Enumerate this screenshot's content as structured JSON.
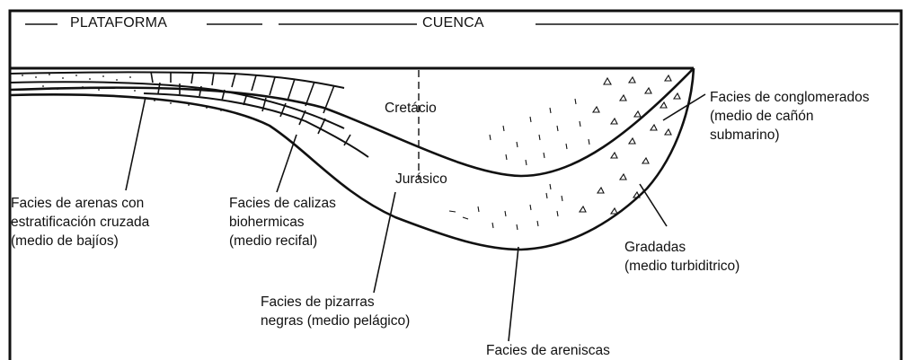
{
  "header": {
    "left": "PLATAFORMA",
    "center": "CUENCA"
  },
  "periods": {
    "upper": "Cretácio",
    "lower": "Jurásico"
  },
  "labels": {
    "sands_shallow": [
      "Facies de arenas  con",
      "estratificación cruzada",
      "(medio de bajíos)"
    ],
    "limestones": [
      "Facies de calizas",
      "biohermicas",
      "(medio recifal)"
    ],
    "black_shales": [
      "Facies de pizarras",
      "negras (medio pelágico)"
    ],
    "sandstones": [
      "Facies de areniscas"
    ],
    "conglomerates": [
      "Facies de conglomerados",
      "(medio de cañón",
      "submarino)"
    ],
    "graded": [
      "Gradadas",
      "(medio turbiditrico)"
    ]
  },
  "colors": {
    "ink": "#111111",
    "background": "#ffffff"
  }
}
